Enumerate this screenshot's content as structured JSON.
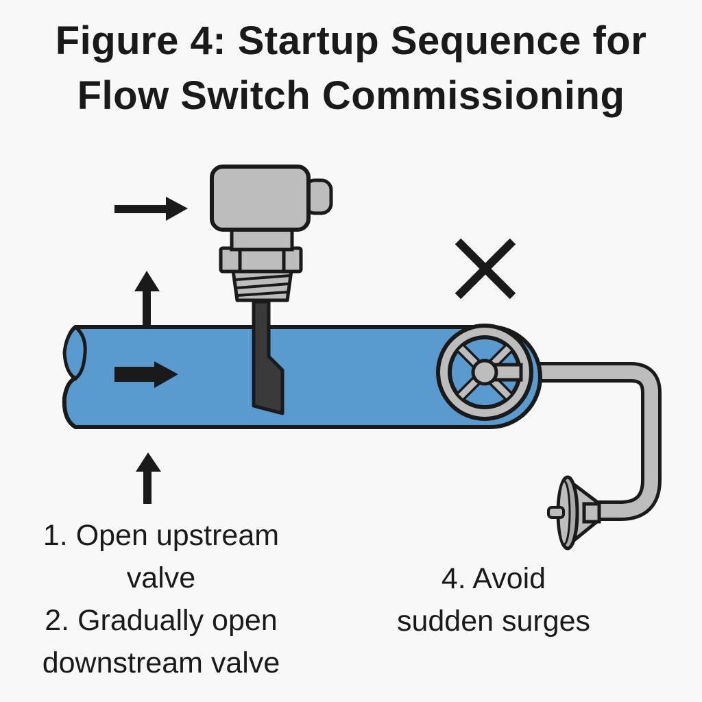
{
  "figure": {
    "title_lines": [
      "Figure 4: Startup Sequence for",
      "Flow Switch Commissioning"
    ]
  },
  "steps": [
    {
      "lines": [
        "1. Open upstream",
        "valve"
      ]
    },
    {
      "lines": [
        "2. Gradually open",
        "downstream valve"
      ]
    },
    {
      "lines": [
        "4. Avoid",
        "sudden surges"
      ]
    }
  ],
  "components": {
    "pipe": "pipe",
    "flow_switch": "flow-switch-paddle-sensor",
    "valve": "handwheel-valve",
    "outlet": "drain-outlet",
    "warning_mark": "x-mark"
  },
  "colors": {
    "pipe_fill": "#5a9bcf",
    "metal_fill": "#bdbdbd",
    "paddle_fill": "#3a3a3a",
    "outline": "#1a1a1a",
    "background": "#f8f8f8"
  }
}
